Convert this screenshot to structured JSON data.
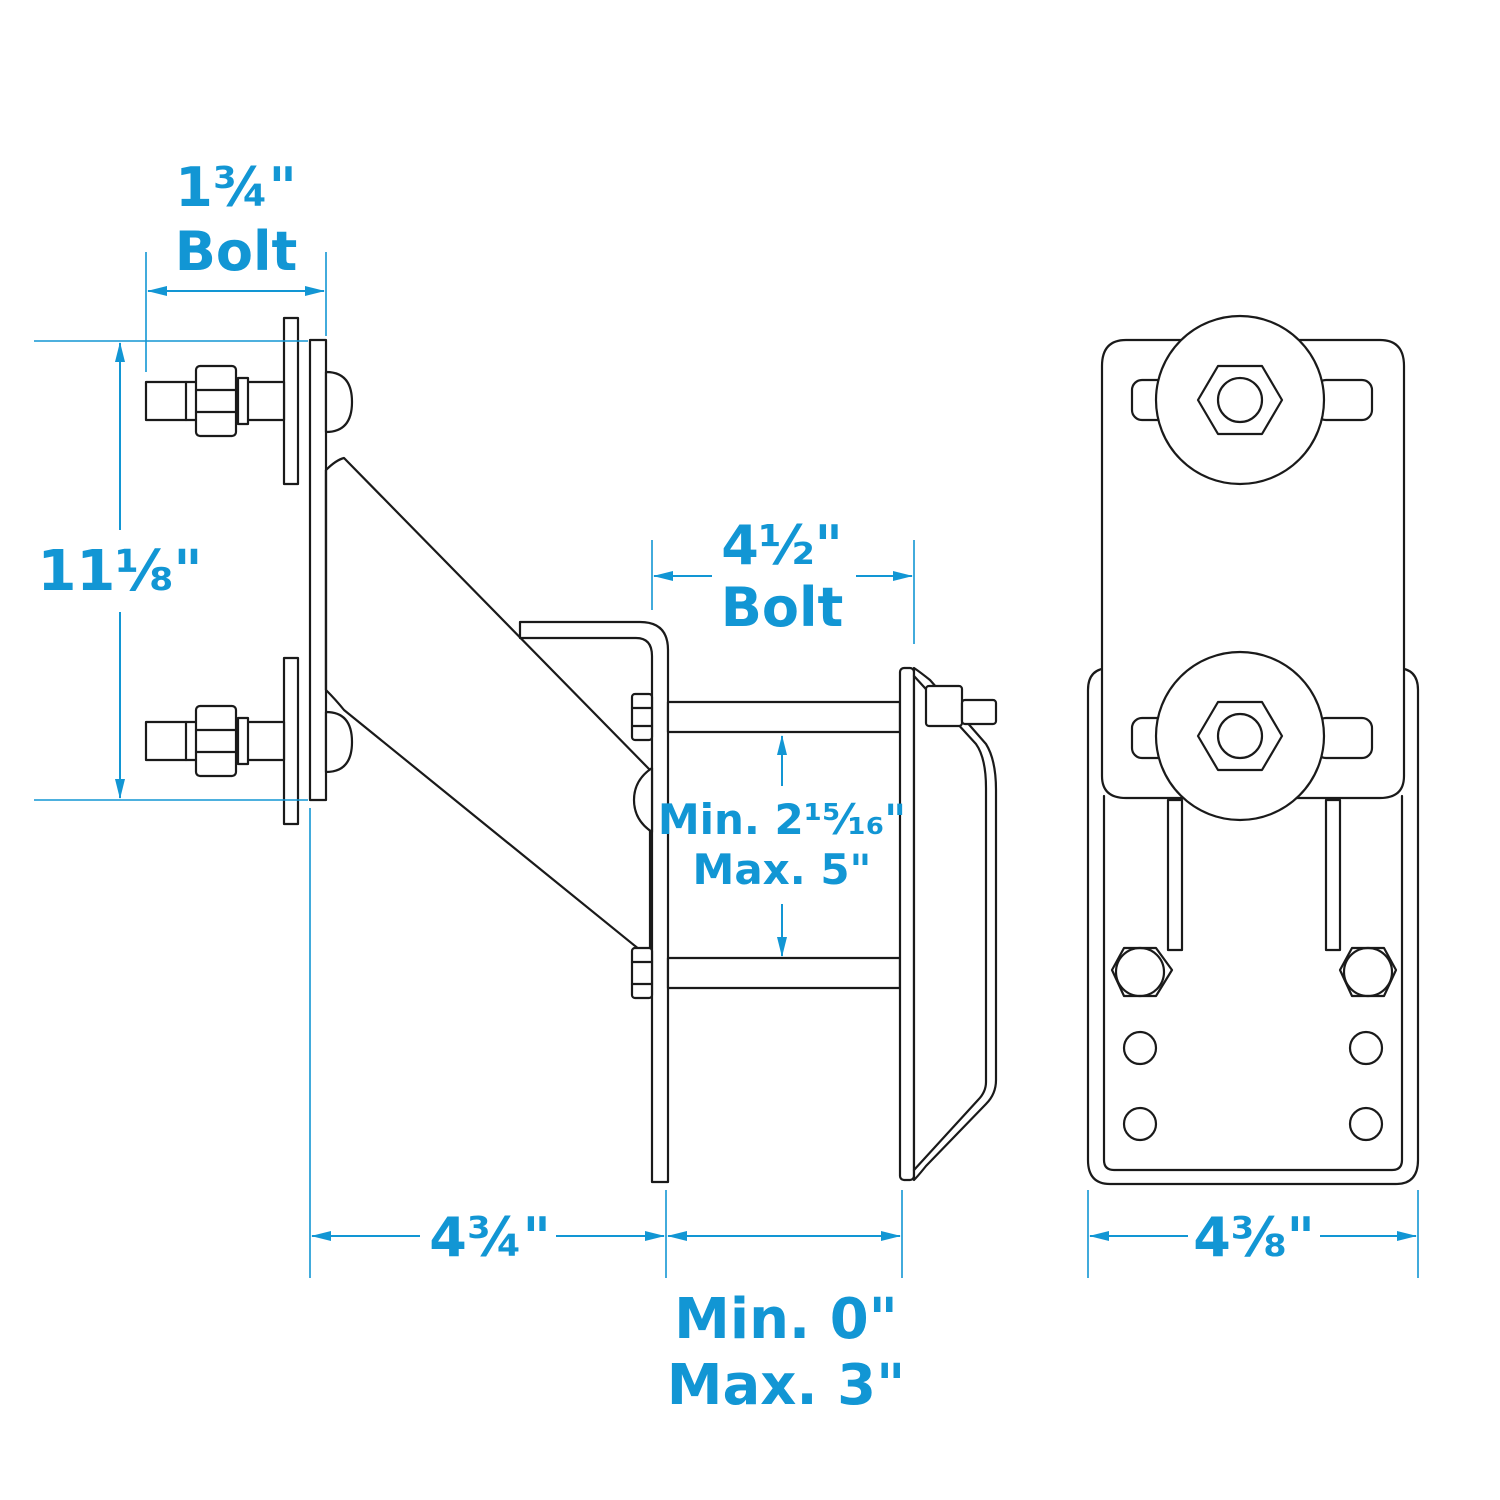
{
  "colors": {
    "dimension": "#1296d4",
    "outline": "#1a1a1a",
    "background": "#ffffff"
  },
  "dimensions": {
    "bolt_short": {
      "value": "1¾\"",
      "label": "Bolt"
    },
    "height": {
      "value": "11⅛\""
    },
    "bolt_long": {
      "value": "4½\"",
      "label": "Bolt"
    },
    "opening": {
      "min": "Min. 2¹⁵⁄₁₆\"",
      "max": "Max. 5\""
    },
    "arm_length": {
      "value": "4¾\""
    },
    "adjust": {
      "min": "Min. 0\"",
      "max": "Max. 3\""
    },
    "plate_width": {
      "value": "4⅜\""
    }
  }
}
